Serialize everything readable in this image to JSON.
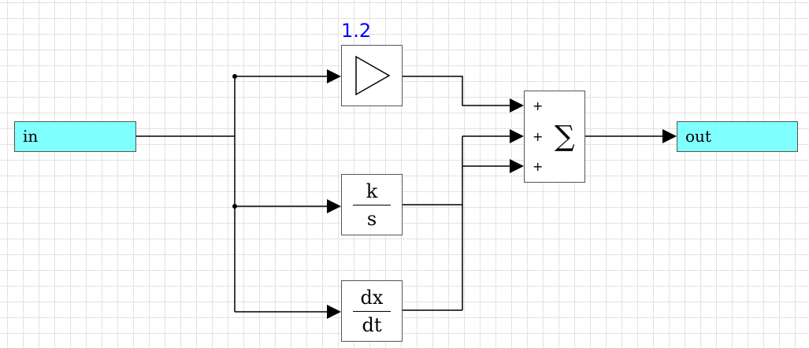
{
  "diagram": {
    "input_port": {
      "label": "in"
    },
    "output_port": {
      "label": "out"
    },
    "gain_block": {
      "value": "1.2",
      "icon": "triangle-gain-icon"
    },
    "integrator_block": {
      "numerator": "k",
      "denominator": "s"
    },
    "derivative_block": {
      "numerator": "dx",
      "denominator": "dt"
    },
    "sum_block": {
      "signs": [
        "+",
        "+",
        "+"
      ],
      "symbol": "∑"
    },
    "colors": {
      "port_fill": "#80ffff",
      "gain_value": "#0000ff",
      "grid": "#e2e2e2"
    }
  }
}
